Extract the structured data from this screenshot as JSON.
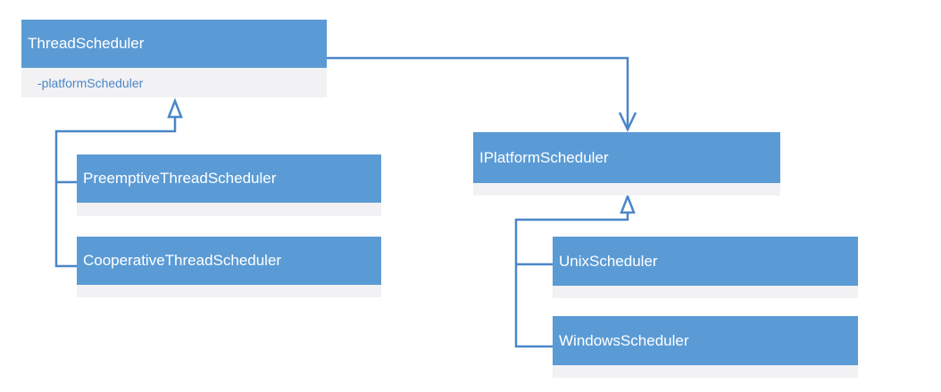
{
  "classes": {
    "thread_scheduler": {
      "name": "ThreadScheduler",
      "attribute": "-platformScheduler"
    },
    "preemptive_thread_scheduler": {
      "name": "PreemptiveThreadScheduler"
    },
    "cooperative_thread_scheduler": {
      "name": "CooperativeThreadScheduler"
    },
    "iplatform_scheduler": {
      "name": "IPlatformScheduler"
    },
    "unix_scheduler": {
      "name": "UnixScheduler"
    },
    "windows_scheduler": {
      "name": "WindowsScheduler"
    }
  },
  "colors": {
    "header_fill": "#5b9bd5",
    "body_fill": "#f2f1f3",
    "connector": "#4a86c8",
    "header_text": "#ffffff",
    "attribute_text": "#4a86c8"
  }
}
